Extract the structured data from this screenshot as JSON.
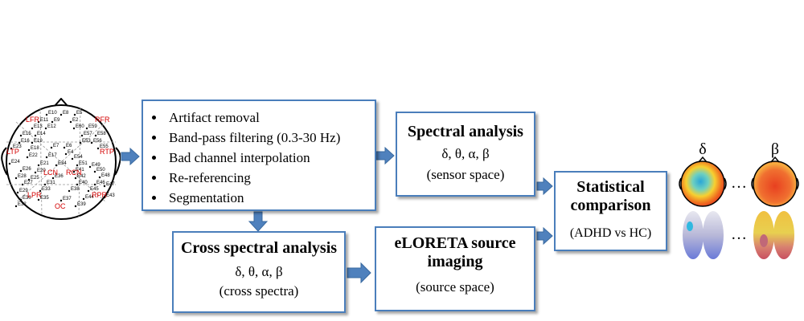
{
  "preprocessing": {
    "items": [
      "Artifact removal",
      "Band-pass filtering (0.3-30 Hz)",
      "Bad channel interpolation",
      "Re-referencing",
      "Segmentation"
    ]
  },
  "spectral": {
    "title": "Spectral analysis",
    "bands": "δ, θ, α, β",
    "space": "(sensor space)"
  },
  "cross_spectral": {
    "title": "Cross spectral analysis",
    "bands": "δ, θ, α, β",
    "space": "(cross spectra)"
  },
  "eloreta": {
    "title_line1": "eLORETA source",
    "title_line2": "imaging",
    "space": "(source space)"
  },
  "stats": {
    "title_line1": "Statistical",
    "title_line2": "comparison",
    "groups": "(ADHD vs HC)"
  },
  "results": {
    "label_delta": "δ",
    "label_beta": "β",
    "ellipsis_top": "…",
    "ellipsis_bottom": "…"
  },
  "montage": {
    "regions": [
      "LFR",
      "RFR",
      "LTP",
      "RTP",
      "LCN",
      "RCN",
      "LPR",
      "RPR",
      "OC"
    ],
    "electrodes": [
      "E10",
      "E8",
      "E5",
      "E11",
      "E9",
      "E2",
      "E13",
      "E12",
      "E60",
      "E59",
      "E15",
      "E14",
      "E57",
      "E58",
      "E16",
      "E19",
      "E53",
      "E56",
      "E7",
      "E6",
      "E23",
      "E18",
      "E4",
      "E55",
      "E22",
      "E54",
      "E17",
      "E51",
      "E49",
      "E24",
      "E21",
      "E34",
      "E41",
      "E50",
      "E26",
      "E20",
      "E42",
      "E48",
      "E28",
      "E25",
      "E36",
      "E46",
      "E27",
      "E31",
      "E40",
      "E45",
      "E47",
      "E29",
      "E33",
      "E38",
      "E44",
      "E43",
      "E30",
      "E35",
      "E37",
      "E39",
      "E32"
    ],
    "colors": {
      "region_label": "#d40000",
      "electrode": "#000000"
    }
  },
  "colors": {
    "box_border": "#4a7ebb",
    "arrow_fill": "#4f81bd",
    "arrow_stroke": "#3a6aa0"
  }
}
